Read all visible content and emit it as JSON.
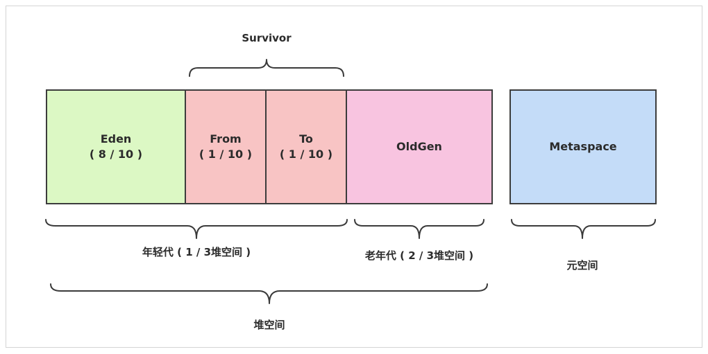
{
  "colors": {
    "eden": "#dcf8c4",
    "survivor": "#f8c4c4",
    "old_gen": "#f8c4e0",
    "metaspace": "#c4dcf8"
  },
  "boxes": {
    "eden": {
      "title": "Eden",
      "ratio": "( 8 / 10 )"
    },
    "from": {
      "title": "From",
      "ratio": "( 1 / 10 )"
    },
    "to": {
      "title": "To",
      "ratio": "( 1 / 10 )"
    },
    "old_gen": {
      "title": "OldGen"
    },
    "metaspace": {
      "title": "Metaspace"
    }
  },
  "labels": {
    "survivor": "Survivor",
    "young_gen": "年轻代 ( 1 / 3堆空间 )",
    "old_gen": "老年代 ( 2 / 3堆空间 )",
    "metaspace": "元空间",
    "heap": "堆空间"
  }
}
